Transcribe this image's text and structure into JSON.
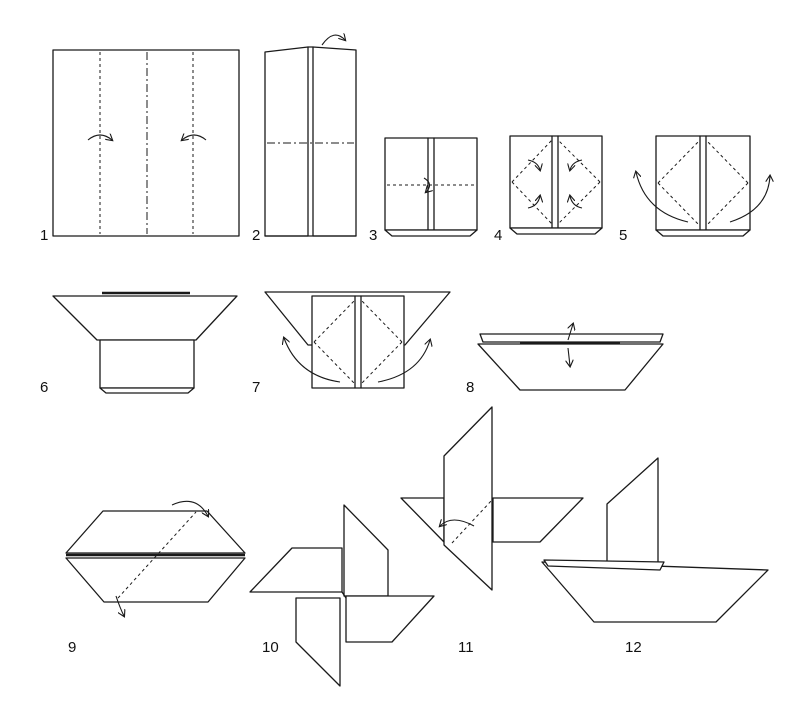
{
  "steps": [
    {
      "label": "1"
    },
    {
      "label": "2"
    },
    {
      "label": "3"
    },
    {
      "label": "4"
    },
    {
      "label": "5"
    },
    {
      "label": "6"
    },
    {
      "label": "7"
    },
    {
      "label": "8"
    },
    {
      "label": "9"
    },
    {
      "label": "10"
    },
    {
      "label": "11"
    },
    {
      "label": "12"
    }
  ],
  "colors": {
    "line": "#1a1a1a",
    "paper": "#ffffff"
  }
}
